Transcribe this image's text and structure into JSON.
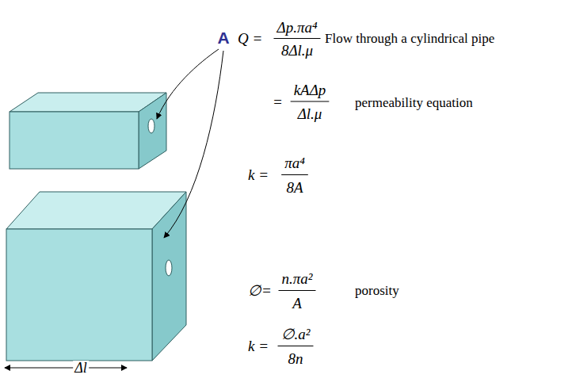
{
  "diagram": {
    "labels": [
      "A",
      "Q =",
      "Δp.πa⁴",
      "8Δl.μ",
      "Flow through a cylindrical pipe",
      "=",
      "kAΔp",
      "Δl.μ",
      "permeability equation",
      "k =",
      "πa⁴",
      "8A",
      "∅=",
      "n.πa²",
      "A",
      "porosity",
      "k =",
      "∅.a²",
      "8n",
      "Δl"
    ]
  }
}
